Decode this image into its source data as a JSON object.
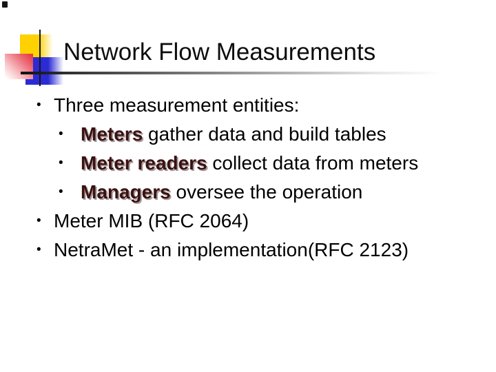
{
  "slide": {
    "title": "Network Flow Measurements",
    "bullet_char": "•",
    "content": {
      "line1": {
        "text": "Three measurement entities:"
      },
      "line2": {
        "em": "Meters",
        "rest": " gather data and build tables"
      },
      "line3": {
        "em": "Meter readers",
        "rest": " collect data from meters"
      },
      "line4": {
        "em": "Managers",
        "rest": " oversee the operation"
      },
      "line5": {
        "text": "Meter MIB (RFC 2064)"
      },
      "line6": {
        "text": "NetraMet - an implementation(RFC 2123)"
      }
    },
    "colors": {
      "background": "#ffffff",
      "title_text": "#0d0d0d",
      "body_text": "#000000",
      "emphasis_text": "#3a1212",
      "emphasis_shadow": "#a39797",
      "accent_yellow": "#ffd100",
      "accent_blue": "#2b2bd5",
      "accent_red": "#e5303c",
      "rule_dark": "#161616"
    }
  }
}
